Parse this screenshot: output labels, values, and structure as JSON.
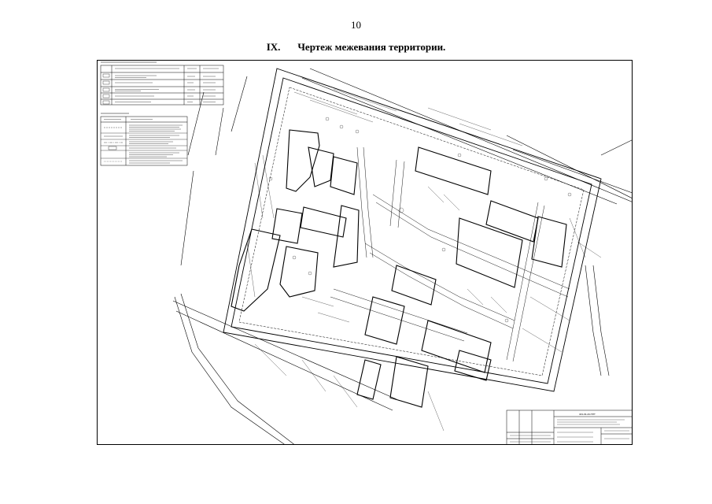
{
  "page": {
    "number": "10",
    "section_number": "IX.",
    "title": "Чертеж межевания территории."
  },
  "stamp": {
    "code": "343-03-20-ППТ"
  }
}
